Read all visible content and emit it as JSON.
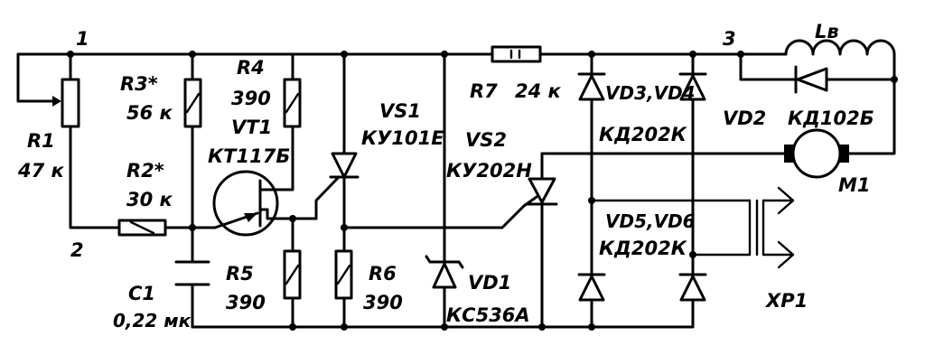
{
  "nodes": {
    "n1": "1",
    "n2": "2",
    "n3": "3"
  },
  "components": {
    "r1": {
      "ref": "R1",
      "value": "47 к"
    },
    "r2": {
      "ref": "R2*",
      "value": "30 к"
    },
    "r3": {
      "ref": "R3*",
      "value": "56 к"
    },
    "r4": {
      "ref": "R4",
      "value": "390"
    },
    "vt1": {
      "ref": "VT1",
      "type": "КТ117Б"
    },
    "vs1": {
      "ref": "VS1",
      "type": "КУ101Е"
    },
    "vs2": {
      "ref": "VS2",
      "type": "КУ202Н"
    },
    "r5": {
      "ref": "R5",
      "value": "390"
    },
    "r6": {
      "ref": "R6",
      "value": "390"
    },
    "c1": {
      "ref": "C1",
      "value": "0,22 мк"
    },
    "vd1": {
      "ref": "VD1",
      "type": "КС536А"
    },
    "r7": {
      "ref": "R7",
      "value": "24 к"
    },
    "vd34": {
      "ref": "VD3,VD4",
      "type": "КД202К"
    },
    "vd56": {
      "ref": "VD5,VD6",
      "type": "КД202К"
    },
    "vd2": {
      "ref": "VD2",
      "type": "КД102Б"
    },
    "lb": {
      "ref": "Lв"
    },
    "m1": {
      "ref": "M1"
    },
    "xp1": {
      "ref": "XP1"
    }
  }
}
